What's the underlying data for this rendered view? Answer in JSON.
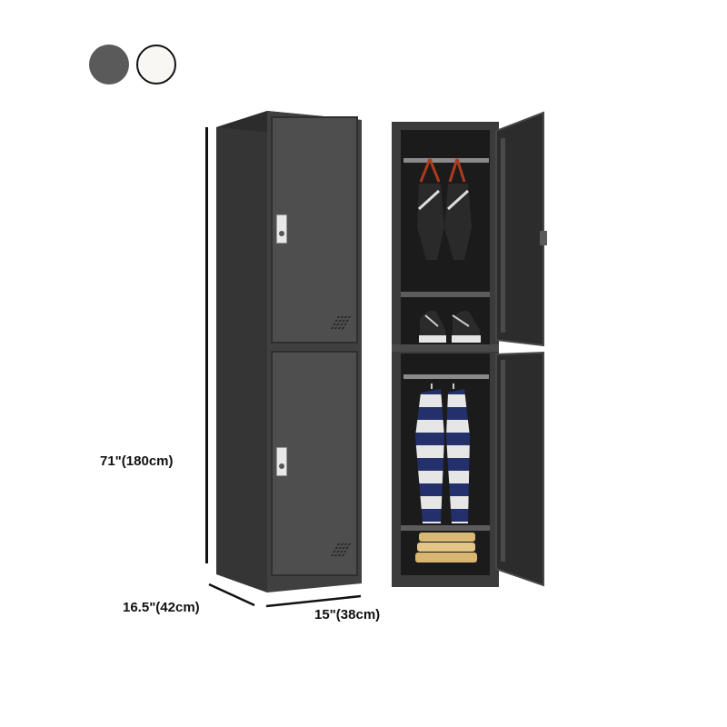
{
  "color_options": [
    {
      "name": "dark-gray",
      "color": "#5a5a5a"
    },
    {
      "name": "white",
      "color": "#f8f7f3"
    }
  ],
  "dimensions": {
    "height": "71\"(180cm)",
    "depth": "16.5\"(42cm)",
    "width": "15\"(38cm)"
  },
  "product": {
    "body_color": "#3a3a3a",
    "door_color": "#4e4e4e",
    "interior_color": "#1b1b1b",
    "compartments": 2,
    "lock_type": "keyed-latch",
    "interior_items": {
      "top": [
        "hanging shorts",
        "sneakers"
      ],
      "bottom": [
        "striped jerseys",
        "folded towels"
      ]
    }
  }
}
